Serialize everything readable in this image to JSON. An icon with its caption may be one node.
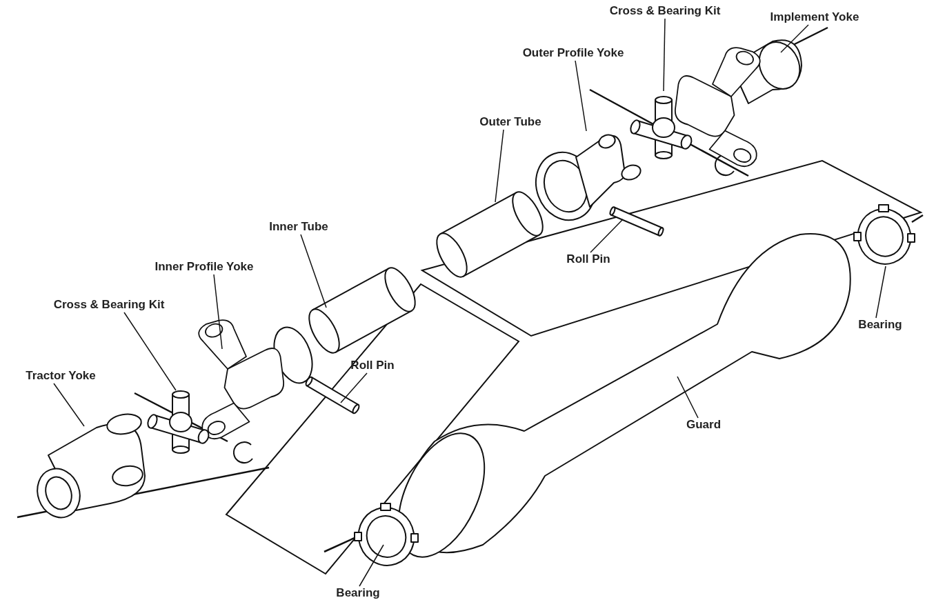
{
  "diagram": {
    "nodes": [
      {
        "text": [
          "Cross & Bearing Kit"
        ]
      },
      {
        "text": [
          "Implement Yoke"
        ]
      },
      {
        "text": [
          "Outer Profile Yoke"
        ]
      },
      {
        "text": [
          "Outer Tube"
        ]
      },
      {
        "text": [
          "Roll Pin"
        ]
      },
      {
        "text": [
          "Bearing"
        ]
      },
      {
        "text": [
          "Inner Tube"
        ]
      },
      {
        "text": [
          "Inner Profile Yoke"
        ]
      },
      {
        "text": [
          "Cross & Bearing Kit"
        ]
      },
      {
        "text": [
          "Tractor Yoke"
        ]
      },
      {
        "text": [
          "Roll Pin"
        ]
      },
      {
        "text": [
          "Guard"
        ]
      },
      {
        "text": [
          "Bearing"
        ]
      },
      {
        "text": [],
        "shape": "picture"
      },
      {
        "text": [],
        "shape": "picture"
      },
      {
        "text": [],
        "shape": "picture"
      },
      {
        "text": [],
        "shape": "picture"
      },
      {
        "text": [],
        "shape": "picture"
      },
      {
        "text": [],
        "shape": "picture"
      },
      {
        "text": [],
        "shape": "picture"
      },
      {
        "text": [],
        "shape": "picture"
      },
      {
        "text": [],
        "shape": "picture"
      },
      {
        "text": [],
        "shape": "picture"
      },
      {
        "text": [],
        "shape": "picture"
      },
      {
        "text": [],
        "shape": "picture"
      },
      {
        "text": [],
        "shape": "picture"
      }
    ],
    "edges": [
      {
        "from": 0,
        "to": 13,
        "arrow": "none"
      },
      {
        "from": 1,
        "to": 14,
        "arrow": "none"
      },
      {
        "from": 2,
        "to": 15,
        "arrow": "none"
      },
      {
        "from": 3,
        "to": 16,
        "arrow": "none"
      },
      {
        "from": 4,
        "to": 17,
        "arrow": "none"
      },
      {
        "from": 5,
        "to": 18,
        "arrow": "none"
      },
      {
        "from": 6,
        "to": 19,
        "arrow": "none"
      },
      {
        "from": 7,
        "to": 20,
        "arrow": "none"
      },
      {
        "from": 8,
        "to": 21,
        "arrow": "none"
      },
      {
        "from": 9,
        "to": 22,
        "arrow": "none"
      },
      {
        "from": 10,
        "to": 23,
        "arrow": "none"
      },
      {
        "from": 11,
        "to": 24,
        "arrow": "none"
      },
      {
        "from": 12,
        "to": 25,
        "arrow": "none"
      }
    ]
  }
}
